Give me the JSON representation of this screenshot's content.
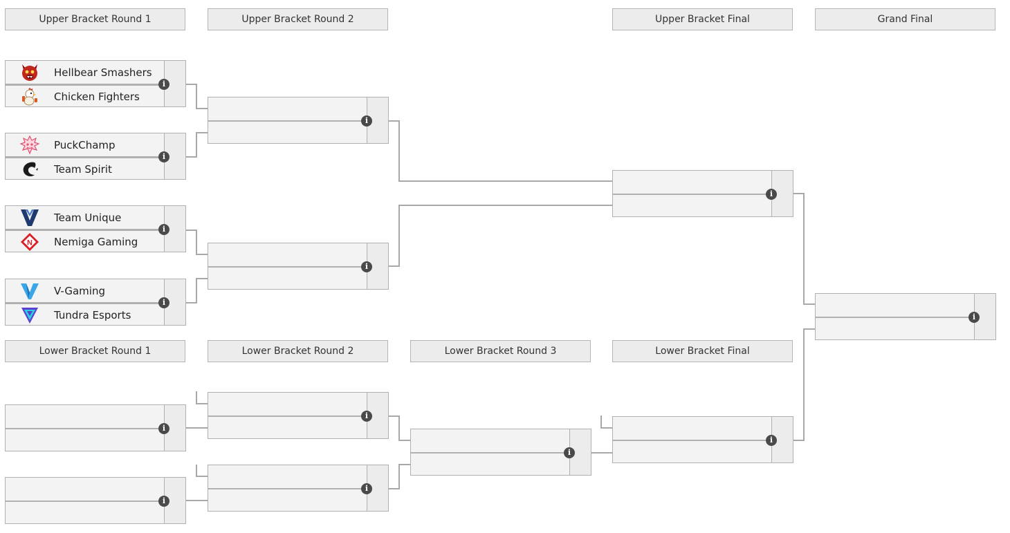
{
  "headers": {
    "ub_r1": "Upper Bracket Round 1",
    "ub_r2": "Upper Bracket Round 2",
    "ub_final": "Upper Bracket Final",
    "grand_final": "Grand Final",
    "lb_r1": "Lower Bracket Round 1",
    "lb_r2": "Lower Bracket Round 2",
    "lb_r3": "Lower Bracket Round 3",
    "lb_final": "Lower Bracket Final"
  },
  "upper_round1": [
    {
      "top": {
        "name": "Hellbear Smashers",
        "logo": "hellbear-logo-icon"
      },
      "bottom": {
        "name": "Chicken Fighters",
        "logo": "chicken-logo-icon"
      }
    },
    {
      "top": {
        "name": "PuckChamp",
        "logo": "puckchamp-logo-icon"
      },
      "bottom": {
        "name": "Team Spirit",
        "logo": "spirit-logo-icon"
      }
    },
    {
      "top": {
        "name": "Team Unique",
        "logo": "unique-logo-icon"
      },
      "bottom": {
        "name": "Nemiga Gaming",
        "logo": "nemiga-logo-icon"
      }
    },
    {
      "top": {
        "name": "V-Gaming",
        "logo": "vgaming-logo-icon"
      },
      "bottom": {
        "name": "Tundra Esports",
        "logo": "tundra-logo-icon"
      }
    }
  ],
  "info_glyph": "i",
  "colors": {
    "header_bg": "#ececec",
    "match_bg": "#f3f3f3",
    "line": "#a8a8a8",
    "info_icon": "#4a4a4a"
  }
}
